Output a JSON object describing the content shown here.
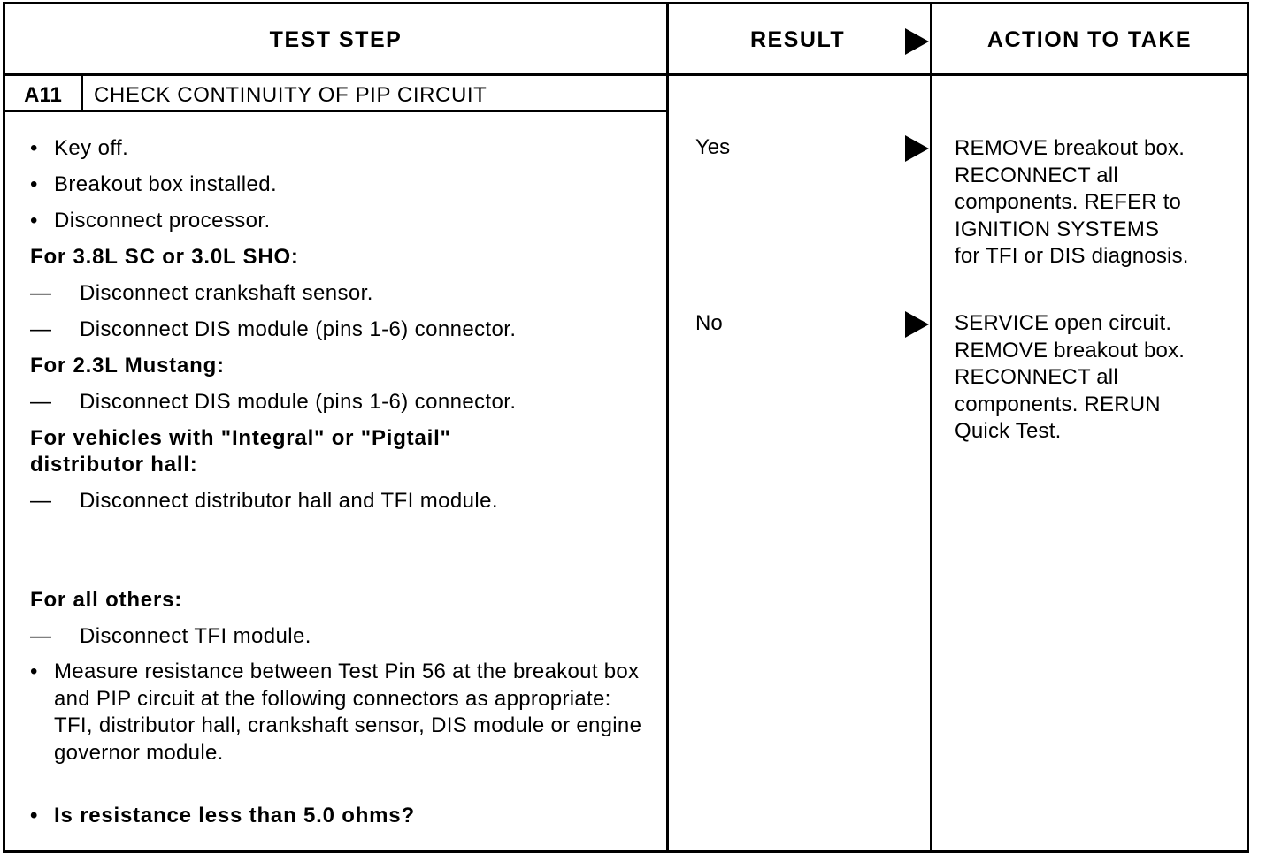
{
  "header": {
    "test_step": "TEST STEP",
    "result": "RESULT",
    "action": "ACTION TO TAKE"
  },
  "step": {
    "id": "A11",
    "title": "CHECK CONTINUITY OF PIP CIRCUIT"
  },
  "procedure": {
    "key_off": "Key off.",
    "breakout": "Breakout box installed.",
    "disconnect_processor": "Disconnect processor.",
    "sc_sho_heading": "For 3.8L SC or 3.0L SHO:",
    "sc_sho_1": "Disconnect crankshaft sensor.",
    "sc_sho_2": "Disconnect DIS module (pins 1-6) connector.",
    "mustang_heading": "For 2.3L Mustang:",
    "mustang_1": "Disconnect DIS module (pins 1-6) connector.",
    "integral_heading_1": "For vehicles with \"Integral\" or \"Pigtail\"",
    "integral_heading_2": "distributor hall:",
    "integral_1": "Disconnect distributor hall and TFI module.",
    "others_heading": "For all others:",
    "others_1": "Disconnect TFI module.",
    "measure": "Measure resistance between Test Pin 56 at the breakout box and PIP circuit at the following connectors as appropriate: TFI, distributor hall, crankshaft sensor, DIS module or engine governor module.",
    "question": "Is resistance less than 5.0 ohms?"
  },
  "results": [
    {
      "result": "Yes",
      "action": "REMOVE breakout box.\nRECONNECT all\ncomponents. REFER to\nIGNITION SYSTEMS\nfor TFI or DIS diagnosis."
    },
    {
      "result": "No",
      "action": "SERVICE open circuit.\nREMOVE breakout box.\nRECONNECT all\ncomponents. RERUN\nQuick Test."
    }
  ]
}
